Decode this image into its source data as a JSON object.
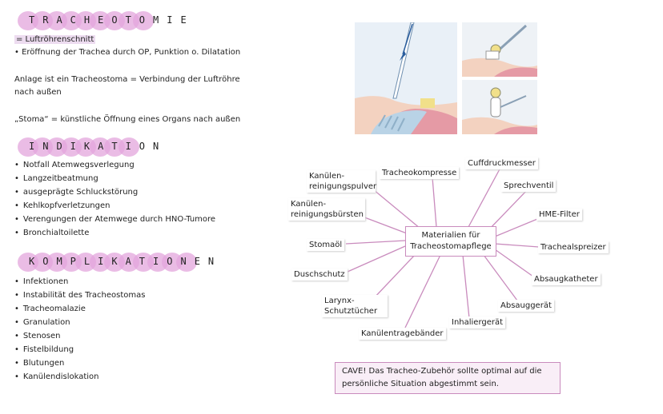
{
  "tracheotomie": {
    "title": "TRACHEOTOMIE",
    "line1": "= Luftröhrenschnitt",
    "line2": "• Eröffnung der Trachea durch OP, Punktion o. Dilatation",
    "line3": "Anlage ist ein Tracheostoma = Verbindung der Luftröhre",
    "line4": "nach außen",
    "line5": "„Stoma“ = künstliche Öffnung eines Organs nach außen"
  },
  "indikation": {
    "title": "INDIKATION",
    "items": [
      "Notfall Atemwegsverlegung",
      "Langzeitbeatmung",
      "ausgeprägte Schluckstörung",
      "Kehlkopfverletzungen",
      "Verengungen der Atemwege durch HNO-Tumore",
      "Bronchialtoilette"
    ]
  },
  "komplikationen": {
    "title": "KOMPLIKATIONEN",
    "items": [
      "Infektionen",
      "Instabilität des Tracheostomas",
      "Tracheomalazie",
      "Granulation",
      "Stenosen",
      "Fistelbildung",
      "Blutungen",
      "Kanülendislokation"
    ]
  },
  "mindmap": {
    "center": "Materialien für Tracheostomapflege",
    "nodes": [
      {
        "label": "Tracheokompresse"
      },
      {
        "label": "Cuffdruckmesser"
      },
      {
        "label": "Kanülen-reinigungspulver"
      },
      {
        "label": "Sprechventil"
      },
      {
        "label": "Kanülen-reinigungsbürsten"
      },
      {
        "label": "HME-Filter"
      },
      {
        "label": "Stomaöl"
      },
      {
        "label": "Trachealspreizer"
      },
      {
        "label": "Duschschutz"
      },
      {
        "label": "Absaugkatheter"
      },
      {
        "label": "Larynx-Schutztücher"
      },
      {
        "label": "Absauggerät"
      },
      {
        "label": "Inhaliergerät"
      },
      {
        "label": "Kanülentragebänder"
      }
    ]
  },
  "cave": "CAVE! Das Tracheo-Zubehör sollte optimal auf die persönliche Situation abgestimmt sein.",
  "colors": {
    "accent": "#e3a6dc",
    "line": "#c98bbd",
    "cave_bg": "#f9eef7"
  }
}
